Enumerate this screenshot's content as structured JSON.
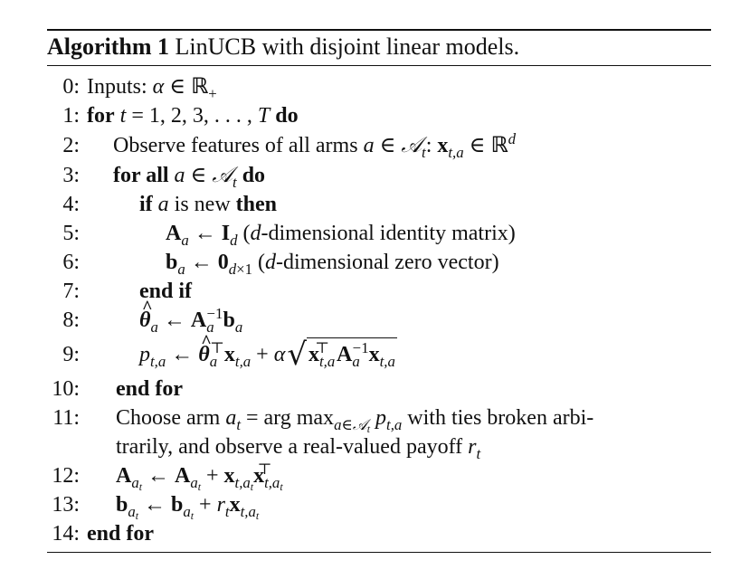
{
  "algorithm": {
    "label": "Algorithm 1",
    "title": "LinUCB with disjoint linear models.",
    "lines": [
      {
        "num": "0:",
        "pre": "Inputs: ",
        "math": "α ∈ ℝ₊"
      },
      {
        "num": "1:",
        "kw_for": "for",
        "math": "t = 1, 2, 3, . . . , T",
        "kw_do": "do"
      },
      {
        "num": "2:",
        "text": "Observe features of all arms ",
        "math_a": "a ∈ 𝒜ₜ",
        "math_x": "xₜ,ₐ ∈ ℝᵈ"
      },
      {
        "num": "3:",
        "kw_forall": "for all",
        "math": "a ∈ 𝒜ₜ",
        "kw_do": "do"
      },
      {
        "num": "4:",
        "kw_if": "if",
        "math": "a",
        "text": "is new",
        "kw_then": "then"
      },
      {
        "num": "5:",
        "math": "Aₐ ← I_d",
        "text": "(d-dimensional identity matrix)"
      },
      {
        "num": "6:",
        "math": "bₐ ← 0_{d×1}",
        "text": "(d-dimensional zero vector)"
      },
      {
        "num": "7:",
        "kw": "end if"
      },
      {
        "num": "8:",
        "math": "θ̂ₐ ← Aₐ⁻¹bₐ"
      },
      {
        "num": "9:",
        "math": "pₜ,ₐ ← θ̂ₐᵀxₜ,ₐ + α√(xₜ,ₐᵀAₐ⁻¹xₜ,ₐ)"
      },
      {
        "num": "10:",
        "kw": "end for"
      },
      {
        "num": "11:",
        "text1": "Choose arm ",
        "text2": " with ties broken arbi-",
        "text3": "trarily, and observe a real-valued payoff "
      },
      {
        "num": "12:",
        "math": "A_{aₜ} ← A_{aₜ} + xₜ,ₐₜxᵀₜ,ₐₜ"
      },
      {
        "num": "13:",
        "math": "b_{aₜ} ← b_{aₜ} + rₜxₜ,ₐₜ"
      },
      {
        "num": "14:",
        "kw": "end for"
      }
    ]
  }
}
